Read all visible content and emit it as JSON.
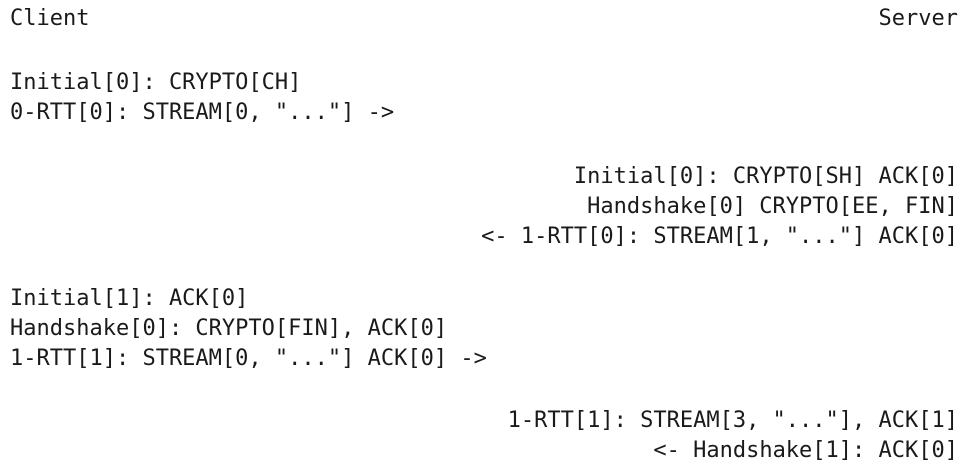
{
  "header": {
    "client_label": "Client",
    "server_label": "Server"
  },
  "messages": {
    "client_flight_1": [
      "Initial[0]: CRYPTO[CH]",
      "0-RTT[0]: STREAM[0, \"...\"] ->"
    ],
    "server_flight_1": [
      "Initial[0]: CRYPTO[SH] ACK[0]",
      "Handshake[0] CRYPTO[EE, FIN]",
      "<- 1-RTT[0]: STREAM[1, \"...\"] ACK[0]"
    ],
    "client_flight_2": [
      "Initial[1]: ACK[0]",
      "Handshake[0]: CRYPTO[FIN], ACK[0]",
      "1-RTT[1]: STREAM[0, \"...\"] ACK[0] ->"
    ],
    "server_flight_2": [
      "1-RTT[1]: STREAM[3, \"...\"], ACK[1]",
      "<- Handshake[1]: ACK[0]"
    ]
  }
}
